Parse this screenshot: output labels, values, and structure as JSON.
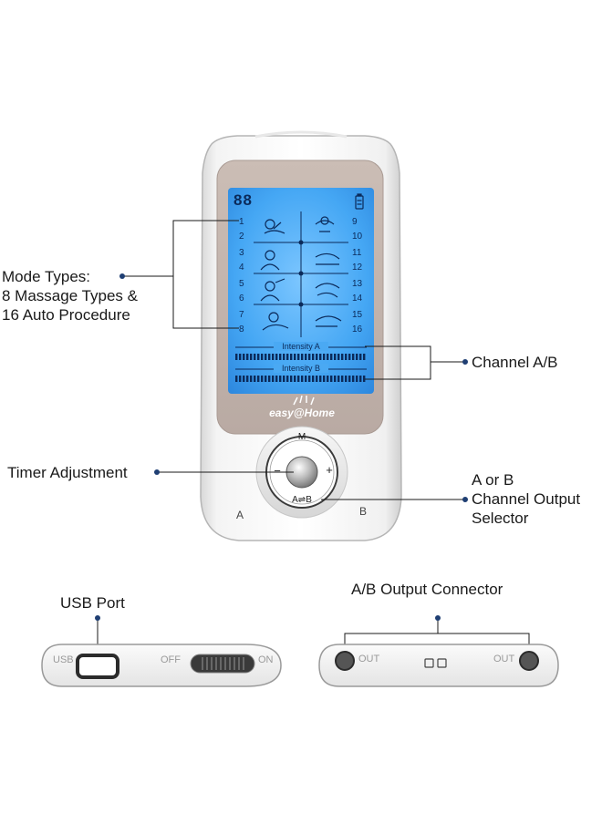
{
  "device": {
    "display_digits": "88",
    "brand": "easy@Home",
    "mode_numbers_left": [
      "1",
      "2",
      "3",
      "4",
      "5",
      "6",
      "7",
      "8"
    ],
    "mode_numbers_right": [
      "9",
      "10",
      "11",
      "12",
      "13",
      "14",
      "15",
      "16"
    ],
    "intensity_a_label": "Intensity A",
    "intensity_b_label": "Intensity B",
    "button_m": "M",
    "button_minus": "−",
    "button_plus": "+",
    "button_ab": "A⇌B",
    "port_a": "A",
    "port_b": "B"
  },
  "callouts": {
    "mode_types_line1": "Mode Types:",
    "mode_types_line2": "8 Massage Types &",
    "mode_types_line3": "16 Auto Procedure",
    "channel_ab": "Channel A/B",
    "timer_adjustment": "Timer Adjustment",
    "ab_selector_line1": "A or B",
    "ab_selector_line2": "Channel Output",
    "ab_selector_line3": "Selector",
    "usb_port": "USB Port",
    "ab_output_connector": "A/B Output Connector"
  },
  "bottom_views": {
    "usb_label": "USB",
    "off_label": "OFF",
    "on_label": "ON",
    "out_left": "OUT",
    "out_right": "OUT"
  },
  "colors": {
    "lcd_blue": "#3a9ef0",
    "callout_dot": "#1f3f73",
    "lcd_ink": "#0b2a5a"
  }
}
